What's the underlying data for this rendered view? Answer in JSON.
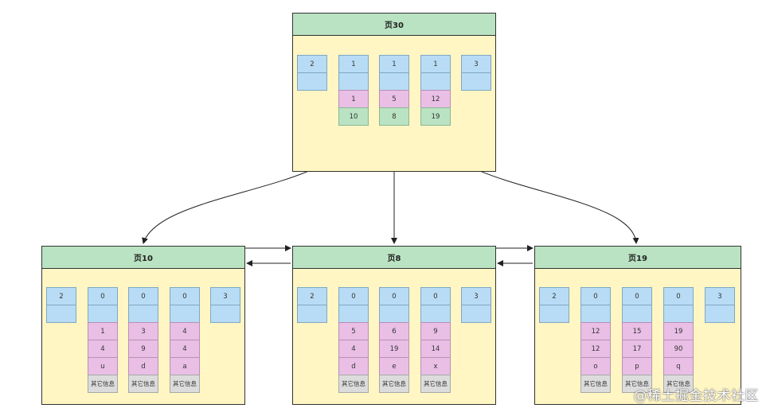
{
  "colors": {
    "header": "#b9e3c2",
    "body": "#fff6c3",
    "blue": "#b8dcf5",
    "pink": "#e9bfe6",
    "green": "#b9e3c2",
    "gray": "#dcdcdc"
  },
  "root": {
    "title": "页30",
    "infimum": "2",
    "supremum": "3",
    "records": [
      {
        "type": "1",
        "key": "1",
        "page": "10"
      },
      {
        "type": "1",
        "key": "5",
        "page": "8"
      },
      {
        "type": "1",
        "key": "12",
        "page": "19"
      }
    ]
  },
  "leaves": [
    {
      "title": "页10",
      "infimum": "2",
      "supremum": "3",
      "records": [
        {
          "type": "0",
          "c1": "1",
          "c2": "4",
          "c3": "u",
          "other": "其它信息"
        },
        {
          "type": "0",
          "c1": "3",
          "c2": "9",
          "c3": "d",
          "other": "其它信息"
        },
        {
          "type": "0",
          "c1": "4",
          "c2": "4",
          "c3": "a",
          "other": "其它信息"
        }
      ]
    },
    {
      "title": "页8",
      "infimum": "2",
      "supremum": "3",
      "records": [
        {
          "type": "0",
          "c1": "5",
          "c2": "4",
          "c3": "d",
          "other": "其它信息"
        },
        {
          "type": "0",
          "c1": "6",
          "c2": "19",
          "c3": "e",
          "other": "其它信息"
        },
        {
          "type": "0",
          "c1": "9",
          "c2": "14",
          "c3": "x",
          "other": "其它信息"
        }
      ]
    },
    {
      "title": "页19",
      "infimum": "2",
      "supremum": "3",
      "records": [
        {
          "type": "0",
          "c1": "12",
          "c2": "12",
          "c3": "o",
          "other": "其它信息"
        },
        {
          "type": "0",
          "c1": "15",
          "c2": "17",
          "c3": "p",
          "other": "其它信息"
        },
        {
          "type": "0",
          "c1": "19",
          "c2": "90",
          "c3": "q",
          "other": "其它信息"
        }
      ]
    }
  ],
  "watermark": "@稀土掘金技术社区"
}
